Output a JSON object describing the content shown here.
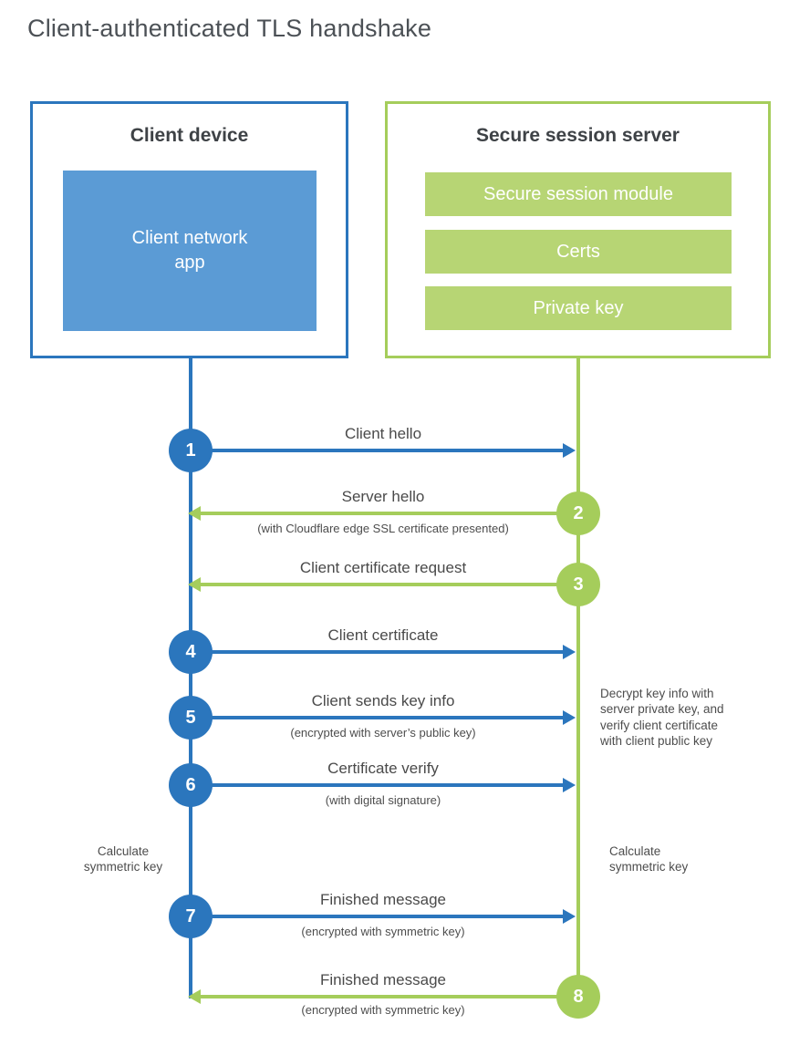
{
  "title": "Client-authenticated TLS handshake",
  "colors": {
    "blue": "#2b76bd",
    "blue_fill": "#5b9bd5",
    "green": "#a5cd5b",
    "green_fill": "#b7d574",
    "heading": "#3e4246",
    "label": "#4a4a4a",
    "sub": "#4d4d4d",
    "title": "#4c5156"
  },
  "client": {
    "title": "Client device",
    "app_label": "Client network\napp"
  },
  "server": {
    "title": "Secure session server",
    "modules": [
      "Secure session module",
      "Certs",
      "Private key"
    ]
  },
  "steps": [
    {
      "num": "1",
      "direction": "right",
      "color": "blue",
      "label": "Client hello",
      "sub": ""
    },
    {
      "num": "2",
      "direction": "left",
      "color": "green",
      "label": "Server hello",
      "sub": "(with Cloudflare edge SSL certificate presented)"
    },
    {
      "num": "3",
      "direction": "left",
      "color": "green",
      "label": "Client certificate request",
      "sub": ""
    },
    {
      "num": "4",
      "direction": "right",
      "color": "blue",
      "label": "Client certificate",
      "sub": ""
    },
    {
      "num": "5",
      "direction": "right",
      "color": "blue",
      "label": "Client sends key info",
      "sub": "(encrypted with server’s public key)"
    },
    {
      "num": "6",
      "direction": "right",
      "color": "blue",
      "label": "Certificate verify",
      "sub": "(with digital signature)"
    },
    {
      "num": "7",
      "direction": "right",
      "color": "blue",
      "label": "Finished message",
      "sub": "(encrypted with symmetric key)"
    },
    {
      "num": "8",
      "direction": "left",
      "color": "green",
      "label": "Finished message",
      "sub": "(encrypted with symmetric key)"
    }
  ],
  "annotations": {
    "decrypt_note": "Decrypt key info with\nserver private key, and\nverify client certificate\nwith client public key",
    "calc_left": "Calculate\nsymmetric key",
    "calc_right": "Calculate\nsymmetric key"
  }
}
